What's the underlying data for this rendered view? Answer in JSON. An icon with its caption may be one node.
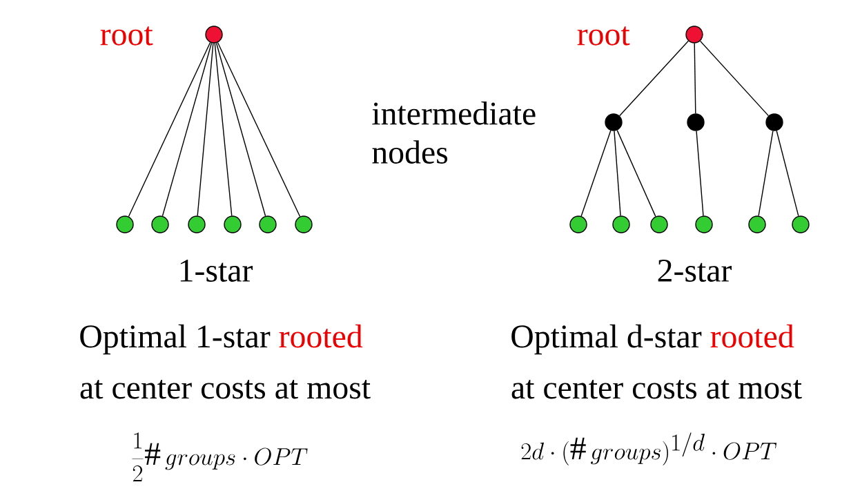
{
  "diagram": {
    "nodes": [
      {
        "text": [],
        "shape": "circle",
        "beside": [
          "root"
        ]
      },
      {
        "text": [],
        "shape": "circle"
      },
      {
        "text": [],
        "shape": "circle"
      },
      {
        "text": [],
        "shape": "circle"
      },
      {
        "text": [],
        "shape": "circle"
      },
      {
        "text": [],
        "shape": "circle"
      },
      {
        "text": [],
        "shape": "circle"
      },
      {
        "text": [],
        "shape": "circle",
        "beside": [
          "root"
        ]
      },
      {
        "text": [],
        "shape": "circle"
      },
      {
        "text": [],
        "shape": "circle"
      },
      {
        "text": [],
        "shape": "circle"
      },
      {
        "text": [],
        "shape": "circle"
      },
      {
        "text": [],
        "shape": "circle"
      },
      {
        "text": [],
        "shape": "circle"
      },
      {
        "text": [],
        "shape": "circle"
      },
      {
        "text": [],
        "shape": "circle"
      },
      {
        "text": [],
        "shape": "circle"
      }
    ],
    "edges": [
      {
        "from": 0,
        "to": 1,
        "arrow": "none"
      },
      {
        "from": 0,
        "to": 2,
        "arrow": "none"
      },
      {
        "from": 0,
        "to": 3,
        "arrow": "none"
      },
      {
        "from": 0,
        "to": 4,
        "arrow": "none"
      },
      {
        "from": 0,
        "to": 5,
        "arrow": "none"
      },
      {
        "from": 0,
        "to": 6,
        "arrow": "none"
      },
      {
        "from": 7,
        "to": 8,
        "arrow": "none"
      },
      {
        "from": 7,
        "to": 9,
        "arrow": "none"
      },
      {
        "from": 7,
        "to": 10,
        "arrow": "none"
      },
      {
        "from": 8,
        "to": 11,
        "arrow": "none"
      },
      {
        "from": 8,
        "to": 12,
        "arrow": "none"
      },
      {
        "from": 8,
        "to": 13,
        "arrow": "none"
      },
      {
        "from": 9,
        "to": 14,
        "arrow": "none"
      },
      {
        "from": 10,
        "to": 15,
        "arrow": "none"
      },
      {
        "from": 10,
        "to": 16,
        "arrow": "none"
      }
    ],
    "labels": [
      "intermediate nodes",
      "1-star",
      "2-star",
      "Optimal 1-star",
      "rooted",
      "at center costs at most",
      "\\frac{1}{2}\\#\\,groups\\cdot OPT",
      "Optimal d-star",
      "rooted",
      "at center costs at most",
      "2d\\cdot(\\#\\,groups)^{1/d}\\cdot OPT"
    ]
  }
}
